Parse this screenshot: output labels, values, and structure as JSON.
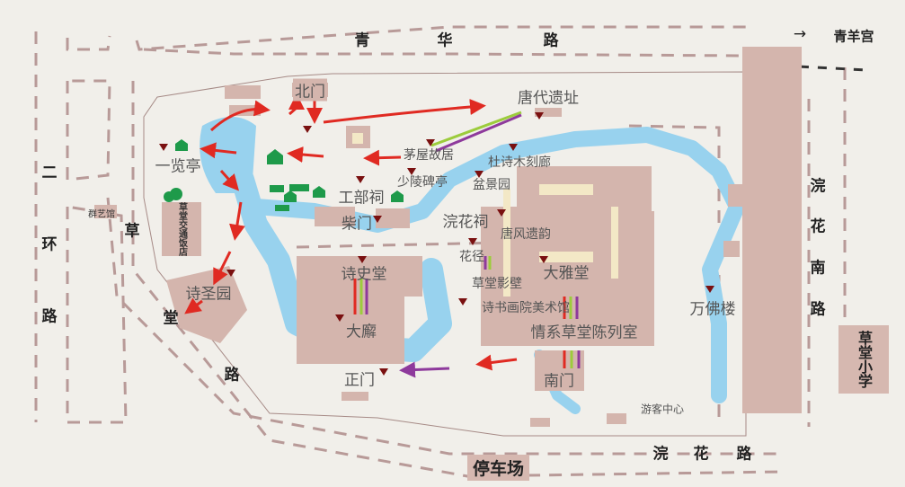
{
  "colors": {
    "background": "#f1efea",
    "water": "#98d2ee",
    "building": "#d4b5ad",
    "road_dash": "#b89a98",
    "route_red": "#e02a22",
    "route_green": "#9ccc3c",
    "route_purple": "#8e3a9c",
    "marker": "#7a1010",
    "pavilion": "#1e9a4a"
  },
  "roads": {
    "qinghua": [
      "青",
      "华",
      "路"
    ],
    "erhuan": [
      "二",
      "环",
      "路"
    ],
    "caotang": [
      "草",
      "堂",
      "路"
    ],
    "huanhua_nan": [
      "浣",
      "花",
      "南",
      "路"
    ],
    "huanhua": [
      "浣",
      "花",
      "路"
    ],
    "to_qingyanggong": {
      "arrow": "→",
      "label": "青羊宫"
    }
  },
  "places": {
    "beimen": "北门",
    "tangdai": "唐代遗址",
    "yilanting": "一览亭",
    "maowu": "茅屋故居",
    "dushi": "杜诗木刻廊",
    "shaoling": "少陵碑亭",
    "penjing": "盆景园",
    "gongbuci": "工部祠",
    "chaimen": "柴门",
    "huanhuaci": "浣花祠",
    "tangfeng": "唐风遗韵",
    "huajing": "花径",
    "daya": "大雅堂",
    "shishi": "诗史堂",
    "yingbi": "草堂影壁",
    "shishengyuan": "诗圣园",
    "meishuguan": "诗书画院美术馆",
    "wanfolou": "万佛楼",
    "daxie": "大廨",
    "chenlieshi": "情系草堂陈列室",
    "zhengmen": "正门",
    "nanmen": "南门",
    "youke": "游客中心",
    "qunyiguan": "群艺馆",
    "fandian": "草堂交通饭店"
  },
  "parking": "停车场",
  "school": "草堂小学"
}
